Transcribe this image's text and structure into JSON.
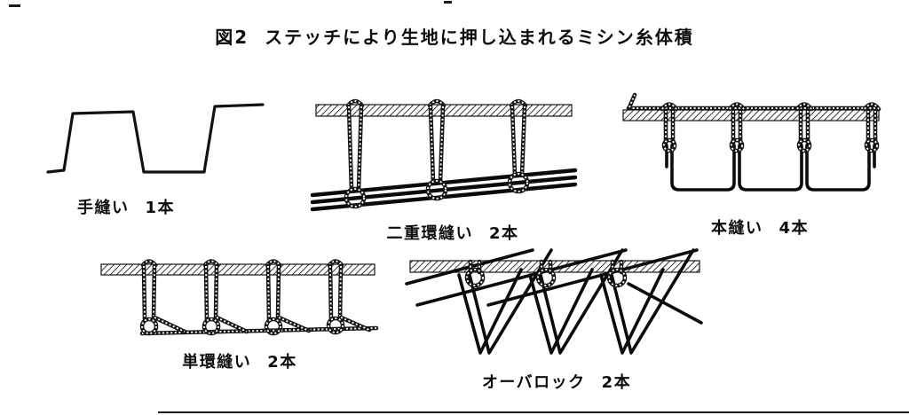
{
  "figure": {
    "number": "図2",
    "caption": "ステッチにより生地に押し込まれるミシン糸体積",
    "diagrams": [
      {
        "name": "手縫い",
        "threads": "1本"
      },
      {
        "name": "二重環縫い",
        "threads": "2本"
      },
      {
        "name": "本縫い",
        "threads": "4本"
      },
      {
        "name": "単環縫い",
        "threads": "2本"
      },
      {
        "name": "オーバロック",
        "threads": "2本"
      }
    ],
    "icons": [
      "fabric-band-hatch",
      "needle-thread-rope",
      "looper-thread-heavy"
    ],
    "colors": {
      "ink": "#0c0c0c",
      "paper": "#ffffff"
    }
  }
}
